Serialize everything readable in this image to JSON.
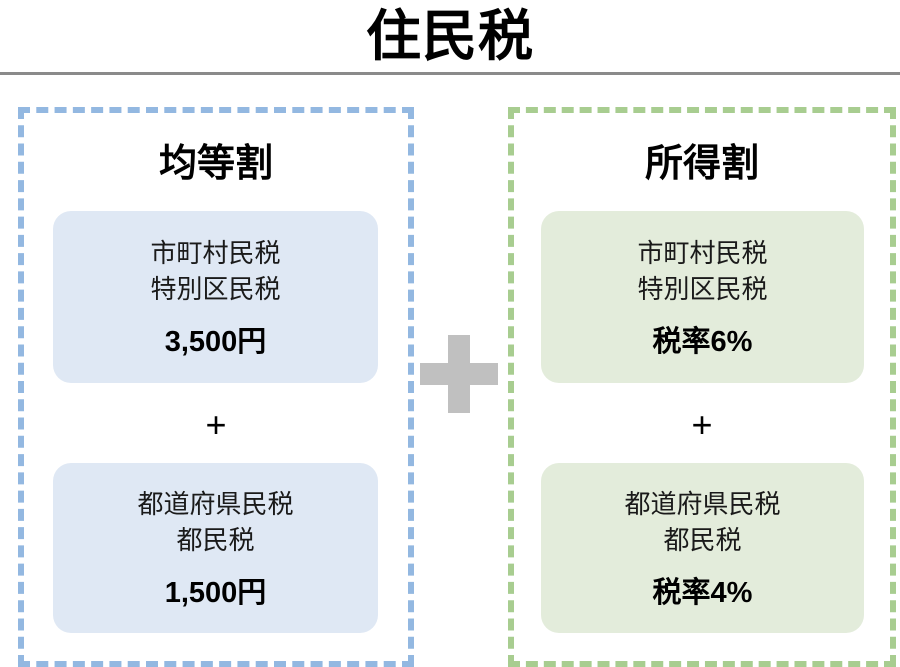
{
  "header": {
    "title": "住民税"
  },
  "center_operator": {
    "symbol": "+",
    "color": "#c0c0c0",
    "name": "plus-sign"
  },
  "theme": {
    "blue_border": "#93b8e1",
    "blue_card_fill": "#dfe8f4",
    "green_border": "#a8cd90",
    "green_card_fill": "#e3ecdb",
    "rule_color": "#8a8a8a",
    "text_color": "#111111"
  },
  "panels": [
    {
      "id": "per-capita-levy",
      "heading": "均等割",
      "accent": "#93b8e1",
      "operator": "+",
      "cards": [
        {
          "subject_line1": "市町村民税",
          "subject_line2": "特別区民税",
          "value": "3,500円"
        },
        {
          "subject_line1": "都道府県民税",
          "subject_line2": "都民税",
          "value": "1,500円"
        }
      ]
    },
    {
      "id": "income-levy",
      "heading": "所得割",
      "accent": "#a8cd90",
      "operator": "+",
      "cards": [
        {
          "subject_line1": "市町村民税",
          "subject_line2": "特別区民税",
          "value": "税率6%"
        },
        {
          "subject_line1": "都道府県民税",
          "subject_line2": "都民税",
          "value": "税率4%"
        }
      ]
    }
  ]
}
